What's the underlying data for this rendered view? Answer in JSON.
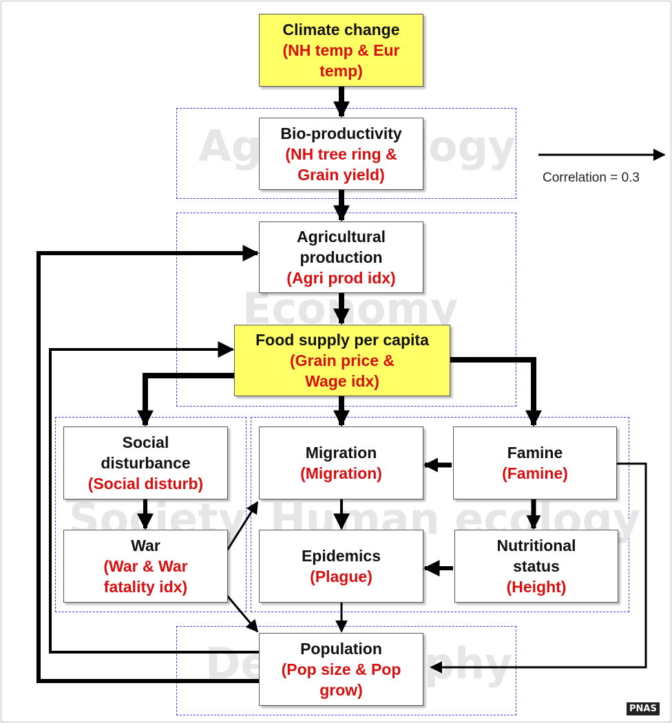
{
  "groups": [
    {
      "id": "agro-ecology",
      "label": "Agro-ecology"
    },
    {
      "id": "economy",
      "label": "Economy"
    },
    {
      "id": "society",
      "label": "Society"
    },
    {
      "id": "human-ecology",
      "label": "Human ecology"
    },
    {
      "id": "demography",
      "label": "Demography"
    }
  ],
  "nodes": [
    {
      "id": "climate",
      "title": "Climate change",
      "variable": "(NH temp & Eur temp)",
      "highlight": true
    },
    {
      "id": "bio",
      "title": "Bio-productivity",
      "variable": "(NH tree ring & Grain yield)",
      "highlight": false
    },
    {
      "id": "agri",
      "title": "Agricultural production",
      "variable": "(Agri prod idx)",
      "highlight": false
    },
    {
      "id": "food",
      "title": "Food supply per capita",
      "variable": "(Grain price & Wage idx)",
      "highlight": true
    },
    {
      "id": "social",
      "title": "Social disturbance",
      "variable": "(Social disturb)",
      "highlight": false
    },
    {
      "id": "war",
      "title": "War",
      "variable": "(War & War fatality idx)",
      "highlight": false
    },
    {
      "id": "migration",
      "title": "Migration",
      "variable": "(Migration)",
      "highlight": false
    },
    {
      "id": "epidemics",
      "title": "Epidemics",
      "variable": "(Plague)",
      "highlight": false
    },
    {
      "id": "famine",
      "title": "Famine",
      "variable": "(Famine)",
      "highlight": false
    },
    {
      "id": "nutrition",
      "title": "Nutritional status",
      "variable": "(Height)",
      "highlight": false
    },
    {
      "id": "population",
      "title": "Population",
      "variable": "(Pop size & Pop grow)",
      "highlight": false
    }
  ],
  "edges": [
    {
      "from": "climate",
      "to": "bio",
      "weight": "strong"
    },
    {
      "from": "bio",
      "to": "agri",
      "weight": "strong"
    },
    {
      "from": "agri",
      "to": "food",
      "weight": "strong"
    },
    {
      "from": "food",
      "to": "social",
      "weight": "strong"
    },
    {
      "from": "food",
      "to": "migration",
      "weight": "strong"
    },
    {
      "from": "food",
      "to": "famine",
      "weight": "strong"
    },
    {
      "from": "social",
      "to": "war",
      "weight": "strong"
    },
    {
      "from": "war",
      "to": "migration",
      "weight": "weak"
    },
    {
      "from": "war",
      "to": "population",
      "weight": "weak"
    },
    {
      "from": "famine",
      "to": "migration",
      "weight": "strong"
    },
    {
      "from": "famine",
      "to": "nutrition",
      "weight": "strong"
    },
    {
      "from": "famine",
      "to": "population",
      "weight": "weak"
    },
    {
      "from": "nutrition",
      "to": "epidemics",
      "weight": "strong"
    },
    {
      "from": "migration",
      "to": "epidemics",
      "weight": "medium"
    },
    {
      "from": "epidemics",
      "to": "population",
      "weight": "weak"
    },
    {
      "from": "population",
      "to": "agri",
      "weight": "strong"
    },
    {
      "from": "population",
      "to": "food",
      "weight": "medium"
    }
  ],
  "legend": {
    "label": "Correlation = 0.3"
  },
  "credit": "PNAS",
  "colors": {
    "highlight_fill": "#ffff66",
    "variable_text": "#d90f0f",
    "group_border": "#3a3af0",
    "group_label": "#e6e6e6"
  }
}
